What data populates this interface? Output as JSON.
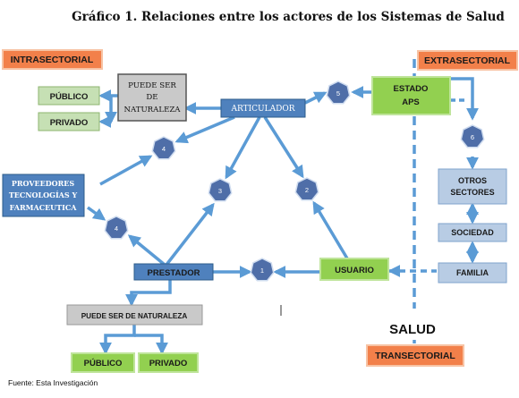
{
  "title": "Gráfico 1. Relaciones entre los actores de los Sistemas de Salud",
  "sectors": {
    "intrasectorial": "INTRASECTORIAL",
    "extrasectorial": "EXTRASECTORIAL",
    "transectorial": "TRANSECTORIAL"
  },
  "nodes": {
    "publico_top": "PÚBLICO",
    "privado_top": "PRIVADO",
    "puede_ser_top": [
      "PUEDE SER",
      "DE",
      "NATURALEZA"
    ],
    "articulador": "ARTICULADOR",
    "estado_aps": [
      "ESTADO",
      "APS"
    ],
    "proveedores": [
      "PROVEEDORES",
      "TECNOLOGÍAS Y",
      "FARMACEUTICA"
    ],
    "otros_sectores": [
      "OTROS",
      "SECTORES"
    ],
    "sociedad": "SOCIEDAD",
    "familia": "FAMILIA",
    "prestador": "PRESTADOR",
    "usuario": "USUARIO",
    "puede_ser_bottom": "PUEDE SER DE NATURALEZA",
    "publico_bottom": "PÚBLICO",
    "privado_bottom": "PRIVADO"
  },
  "badges": [
    "1",
    "2",
    "3",
    "4",
    "4",
    "5",
    "6"
  ],
  "salud_label": "SALUD",
  "source": "Fuente: Esta Investigación",
  "colors": {
    "orange": "#f2804a",
    "green": "#92d050",
    "light_green": "#c6e0b4",
    "blue": "#4f81bd",
    "light_blue": "#b8cce4",
    "gray": "#c9c9c9",
    "arrow": "#5b9bd5",
    "badge": "#4f6ea8"
  }
}
